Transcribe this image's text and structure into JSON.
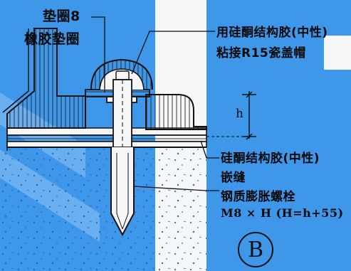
{
  "labels": {
    "washer": "垫圈8",
    "rubber_washer": "橡胶垫圈",
    "sealant_line1": "用硅酮结构胶(中性)",
    "sealant_line2": "粘接R15瓷盖帽",
    "dimension_h": "h",
    "joint_sealant_line1": "硅酮结构胶(中性)",
    "joint_sealant_line2": "嵌缝",
    "bolt_line1": "钢质膨胀螺栓",
    "bolt_line2": "M8 × H (H=h+55)",
    "detail_mark": "B"
  },
  "colors": {
    "background": "#3f97ea",
    "paper": "#f4f6f8",
    "line": "#111111"
  }
}
